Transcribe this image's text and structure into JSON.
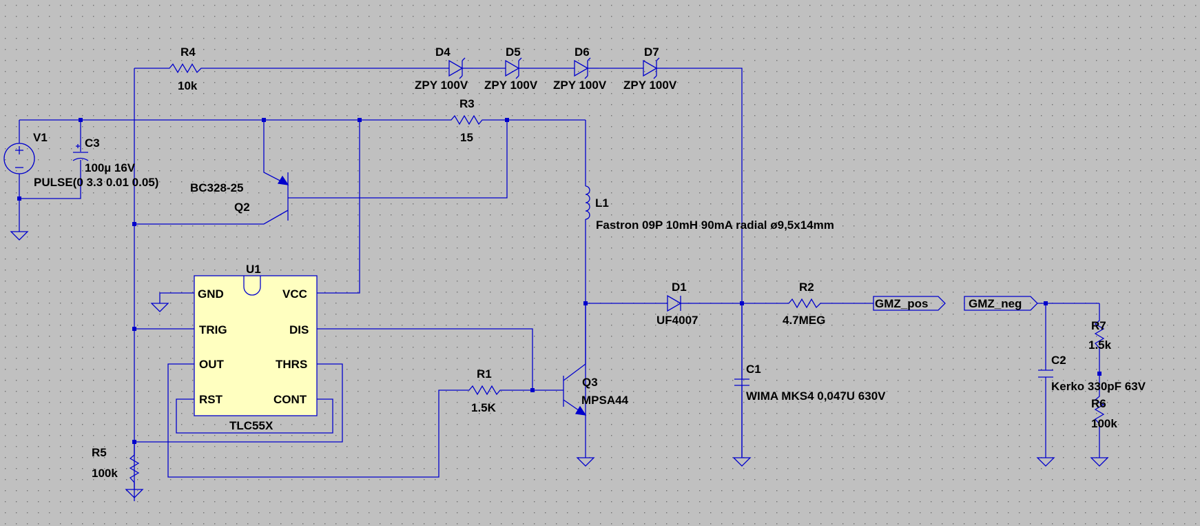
{
  "components": {
    "R4": {
      "ref": "R4",
      "value": "10k"
    },
    "R3": {
      "ref": "R3",
      "value": "15"
    },
    "R1": {
      "ref": "R1",
      "value": "1.5K"
    },
    "R2": {
      "ref": "R2",
      "value": "4.7MEG"
    },
    "R5": {
      "ref": "R5",
      "value": "100k"
    },
    "R6": {
      "ref": "R6",
      "value": "100k"
    },
    "R7": {
      "ref": "R7",
      "value": "1.5k"
    },
    "D4": {
      "ref": "D4",
      "value": "ZPY 100V"
    },
    "D5": {
      "ref": "D5",
      "value": "ZPY 100V"
    },
    "D6": {
      "ref": "D6",
      "value": "ZPY 100V"
    },
    "D7": {
      "ref": "D7",
      "value": "ZPY 100V"
    },
    "D1": {
      "ref": "D1",
      "value": "UF4007"
    },
    "V1": {
      "ref": "V1",
      "value": "PULSE(0 3.3 0.01 0.05)"
    },
    "C3": {
      "ref": "C3",
      "value": "100µ 16V"
    },
    "C1": {
      "ref": "C1",
      "value": "WIMA MKS4 0,047U 630V"
    },
    "C2": {
      "ref": "C2",
      "value": "Kerko 330pF 63V"
    },
    "L1": {
      "ref": "L1",
      "value": "Fastron 09P 10mH 90mA radial  ø9,5x14mm"
    },
    "Q2": {
      "ref": "Q2",
      "value": "BC328-25"
    },
    "Q3": {
      "ref": "Q3",
      "value": "MPSA44"
    },
    "U1": {
      "ref": "U1",
      "value": "TLC55X",
      "pins": {
        "gnd": "GND",
        "vcc": "VCC",
        "trig": "TRIG",
        "dis": "DIS",
        "out": "OUT",
        "thrs": "THRS",
        "rst": "RST",
        "cont": "CONT"
      }
    }
  },
  "net_labels": {
    "gmz_pos": "GMZ_pos",
    "gmz_neg": "GMZ_neg"
  },
  "colors": {
    "background": "#c0c0c0",
    "wire": "#0000cc",
    "ic_fill": "#ffffc0",
    "text": "#000000"
  }
}
